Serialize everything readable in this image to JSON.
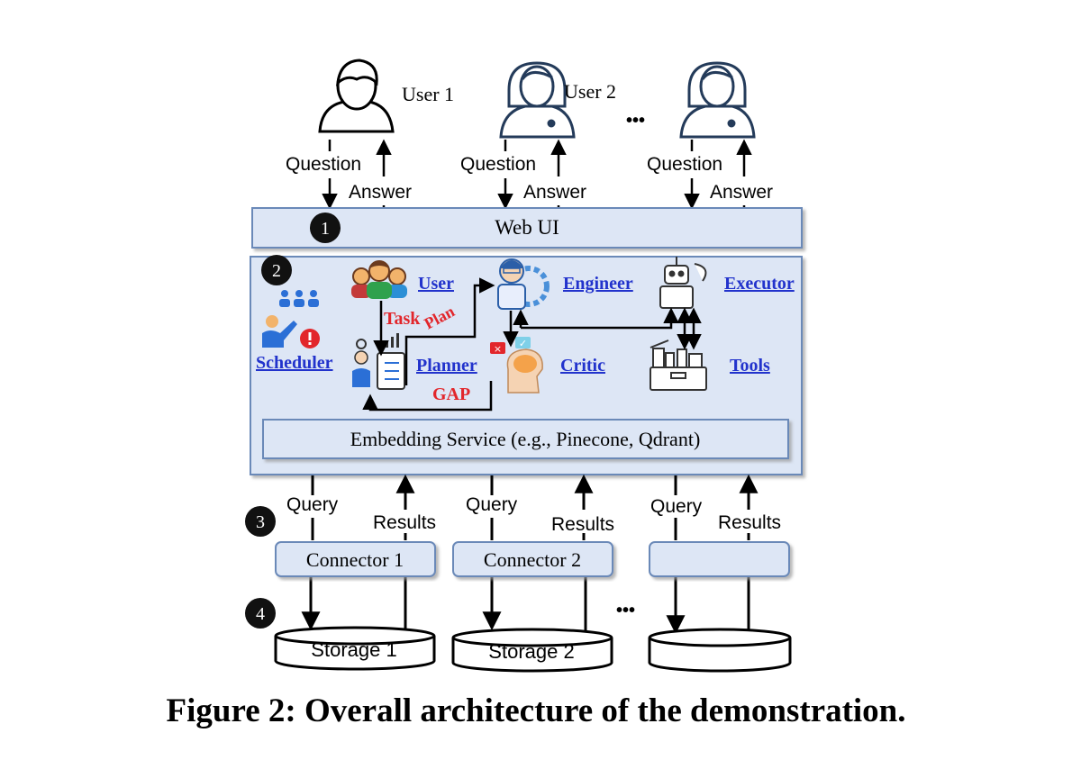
{
  "users": [
    {
      "label": "User 1"
    },
    {
      "label": "User 2"
    },
    {
      "label": ""
    }
  ],
  "ellipsis": "•••",
  "arrows": {
    "question": "Question",
    "answer": "Answer",
    "query": "Query",
    "results": "Results"
  },
  "steps": [
    "1",
    "2",
    "3",
    "4"
  ],
  "web_ui": "Web UI",
  "agents": {
    "user": "User",
    "engineer": "Engineer",
    "executor": "Executor",
    "scheduler": "Scheduler",
    "planner": "Planner",
    "critic": "Critic",
    "tools": "Tools"
  },
  "flow_labels": {
    "task": "Task",
    "plan": "Plan",
    "gap": "GAP"
  },
  "embedding_service": "Embedding Service (e.g., Pinecone, Qdrant)",
  "connectors": [
    "Connector 1",
    "Connector 2",
    ""
  ],
  "storages": [
    "Storage 1",
    "Storage 2",
    ""
  ],
  "caption": "Figure 2: Overall architecture of the demonstration.",
  "colors": {
    "box_fill": "#dde6f5",
    "box_stroke": "#6b89b8",
    "link": "#2233cc",
    "flow_red": "#e2262b"
  }
}
